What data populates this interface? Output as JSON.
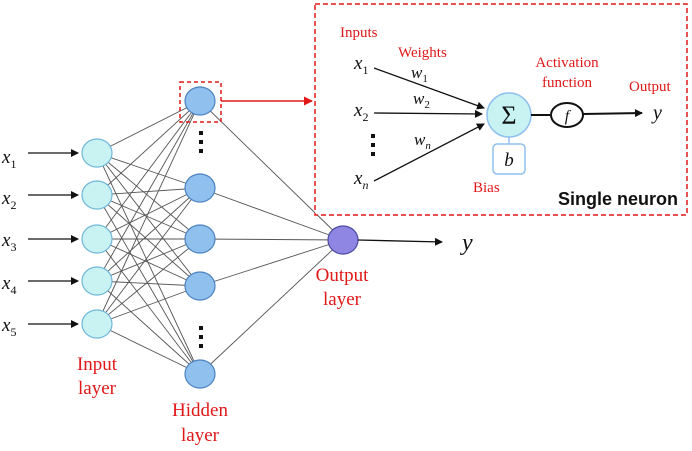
{
  "colors": {
    "input_node": "#c9f2f2",
    "hidden_node": "#8fc0ee",
    "output_node": "#8f86e4",
    "edge": "#555555",
    "label_red": "#e01818",
    "box_red": "#e01818",
    "sum_node": "#c9f2f2",
    "bias_box": "#8fc0ee"
  },
  "network": {
    "inputs": [
      {
        "base": "x",
        "sub": "1"
      },
      {
        "base": "x",
        "sub": "2"
      },
      {
        "base": "x",
        "sub": "3"
      },
      {
        "base": "x",
        "sub": "4"
      },
      {
        "base": "x",
        "sub": "5"
      }
    ],
    "input_label": [
      "Input",
      "layer"
    ],
    "hidden_label": [
      "Hidden",
      "layer"
    ],
    "output_label": [
      "Output",
      "layer"
    ],
    "output_symbol": "y"
  },
  "neuron": {
    "title": "Single neuron",
    "inputs_label": "Inputs",
    "weights_label": "Weights",
    "activation_label": [
      "Activation",
      "function"
    ],
    "output_label": "Output",
    "bias_label": "Bias",
    "bias_symbol": "b",
    "sum_symbol": "Σ",
    "activation_symbol": "f",
    "output_symbol": "y",
    "x_inputs": [
      {
        "base": "x",
        "sub": "1"
      },
      {
        "base": "x",
        "sub": "2"
      },
      {
        "base": "x",
        "sub": "n"
      }
    ],
    "weights": [
      {
        "base": "w",
        "sub": "1"
      },
      {
        "base": "w",
        "sub": "2"
      },
      {
        "base": "w",
        "sub": "n"
      }
    ]
  }
}
